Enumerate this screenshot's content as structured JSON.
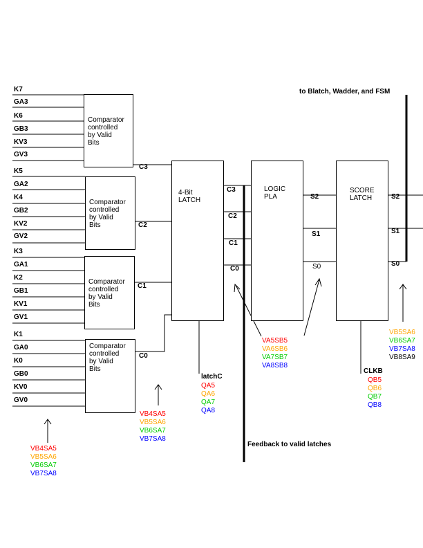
{
  "colors": {
    "red": "#ff0000",
    "orange": "#ffa500",
    "green": "#00cc00",
    "blue": "#0000ff",
    "black": "#000000"
  },
  "comparator_inputs": [
    [
      "K7",
      "GA3",
      "K6",
      "GB3",
      "KV3",
      "GV3"
    ],
    [
      "K5",
      "GA2",
      "K4",
      "GB2",
      "KV2",
      "GV2"
    ],
    [
      "K3",
      "GA1",
      "K2",
      "GB1",
      "KV1",
      "GV1"
    ],
    [
      "K1",
      "GA0",
      "K0",
      "GB0",
      "KV0",
      "GV0"
    ]
  ],
  "comparator_label": "Comparator\ncontrolled\nby Valid\nBits",
  "comparator_outputs": [
    "C3",
    "C2",
    "C1",
    "C0"
  ],
  "latch": {
    "title": "4-Bit\nLATCH",
    "outputs": [
      "C3",
      "C2",
      "C1",
      "C0"
    ],
    "clock_label": "latchC",
    "clock_signals": [
      "QA5",
      "QA6",
      "QA7",
      "QA8"
    ]
  },
  "pla": {
    "title": "LOGIC\nPLA",
    "outputs": [
      "S2",
      "S1",
      "S0"
    ],
    "signals": [
      "VA5SB5",
      "VA6SB6",
      "VA7SB7",
      "VA8SB8"
    ]
  },
  "score_latch": {
    "title": "SCORE\nLATCH",
    "outputs": [
      "S2",
      "S1",
      "S0"
    ],
    "clock_label": "CLKB",
    "clock_signals": [
      "QB5",
      "QB6",
      "QB7",
      "QB8"
    ],
    "signals": [
      "VB5SA6",
      "VB6SA7",
      "VB7SA8",
      "VB8SA9"
    ]
  },
  "comparator_signals": [
    "VB4SA5",
    "VB5SA6",
    "VB6SA7",
    "VB7SA8"
  ],
  "latch_input_signals": [
    "VB4SA5",
    "VB5SA6",
    "VB6SA7",
    "VB7SA8"
  ],
  "top_note": "to Blatch, Wadder, and FSM",
  "feedback_note": "Feedback to valid latches"
}
